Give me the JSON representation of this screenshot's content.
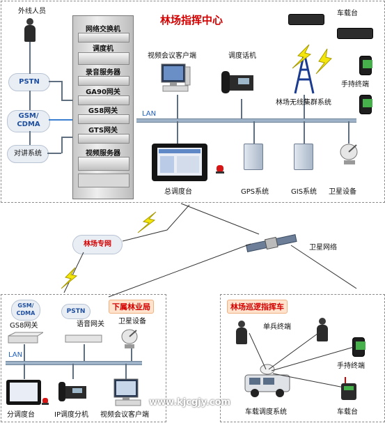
{
  "title": "林场指挥中心",
  "left": {
    "outside_person": "外线人员",
    "pstn": "PSTN",
    "gsm_cdma": "GSM/\nCDMA",
    "intercom": "对讲系统"
  },
  "rack": {
    "items": [
      "网络交换机",
      "调度机",
      "录音服务器",
      "GA90网关",
      "GS8网关",
      "GTS网关",
      "视频服务器"
    ]
  },
  "center": {
    "video_client": "视频会议客户端",
    "dispatch_phone": "调度话机",
    "lan": "LAN",
    "main_console": "总调度台",
    "gps": "GPS系统",
    "gis": "GIS系统",
    "satellite_device": "卫星设备"
  },
  "right_top": {
    "vehicle_station": "车载台",
    "handheld": "手持终端",
    "trunk_system": "林场无线集群系统"
  },
  "middle": {
    "private_net": "林场专网",
    "satellite_net": "卫星网络"
  },
  "bottom_left": {
    "title": "下属林业局",
    "gsm_cdma": "GSM/\nCDMA",
    "pstn": "PSTN",
    "gs8": "GS8网关",
    "voice_gw": "语音网关",
    "satellite_device": "卫星设备",
    "lan": "LAN",
    "sub_console": "分调度台",
    "ip_ext": "IP调度分机",
    "video_client": "视频会议客户端"
  },
  "bottom_right": {
    "title": "林场巡逻指挥车",
    "soldier": "单兵终端",
    "handheld": "手持终端",
    "vehicle_system": "车载调度系统",
    "vehicle_station": "车载台"
  },
  "watermark": "www.kjcgjy.com",
  "colors": {
    "accent_red": "#d40000",
    "lan_blue": "#9fb3c8",
    "title_blue": "#1f5fbf"
  }
}
